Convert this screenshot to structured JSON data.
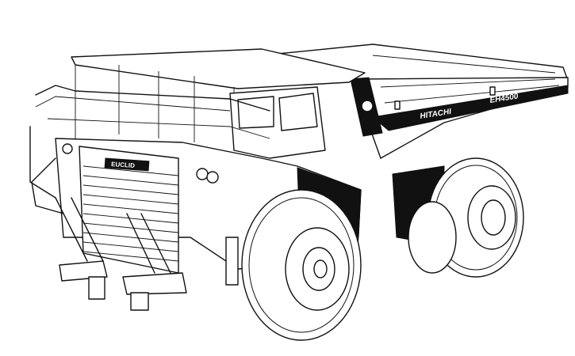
{
  "illustration": {
    "subject": "Mining haul truck line drawing",
    "brand_label": "HITACHI",
    "model_label": "EH4500",
    "grille_badge": "EUCLID",
    "colors": {
      "ink": "#111111",
      "background": "#ffffff"
    }
  }
}
